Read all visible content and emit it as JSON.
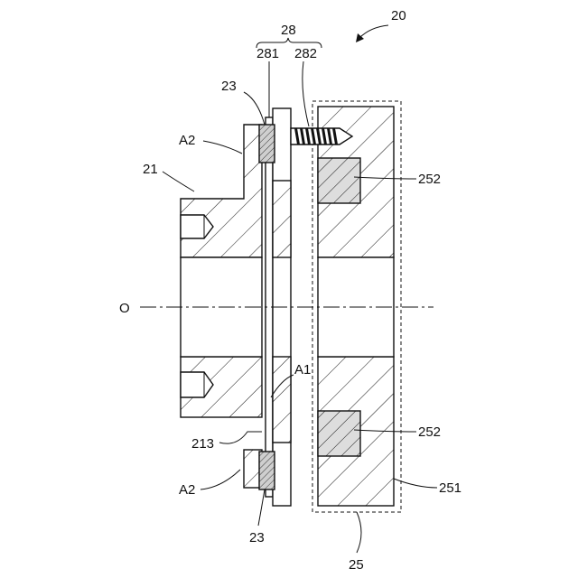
{
  "figure": {
    "labels": {
      "assembly": "20",
      "hub": "21",
      "ring_top": "23",
      "ring_bottom": "23",
      "unit": "25",
      "housing": "251",
      "insert_top": "252",
      "insert_bottom": "252",
      "plate_group": "28",
      "plate_1": "281",
      "plate_2": "282",
      "step": "213",
      "gap_a1": "A1",
      "gap_a2_top": "A2",
      "gap_a2_bottom": "A2",
      "axis": "O"
    },
    "colors": {
      "line": "#111111",
      "background": "#ffffff",
      "insert_fill": "#dddddd",
      "ring_fill": "#cfcfcf"
    }
  }
}
